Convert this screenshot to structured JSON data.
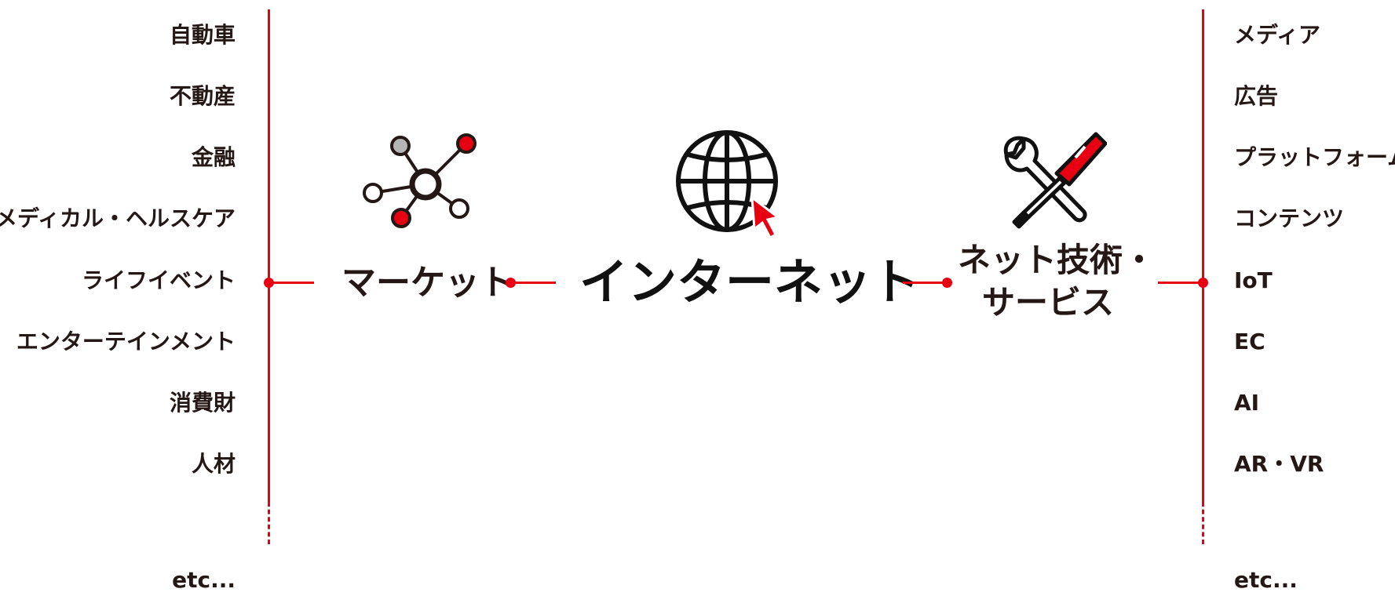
{
  "left_categories": [
    "自動車",
    "不動産",
    "金融",
    "メディカル・ヘルスケア",
    "ライフイベント",
    "エンターテインメント",
    "消費財",
    "人材"
  ],
  "left_etc": "etc...",
  "right_categories": [
    "メディア",
    "広告",
    "プラットフォーム",
    "コンテンツ",
    "IoT",
    "EC",
    "AI",
    "AR・VR"
  ],
  "right_etc": "etc...",
  "center": {
    "market_label": "マーケット",
    "internet_label": "インターネット",
    "tech_label_line1": "ネット技術・",
    "tech_label_line2": "サービス"
  },
  "colors": {
    "accent": "#e60012",
    "text": "#231815"
  },
  "icons": {
    "market": "network-nodes-icon",
    "internet": "globe-cursor-icon",
    "tech": "wrench-screwdriver-icon"
  }
}
